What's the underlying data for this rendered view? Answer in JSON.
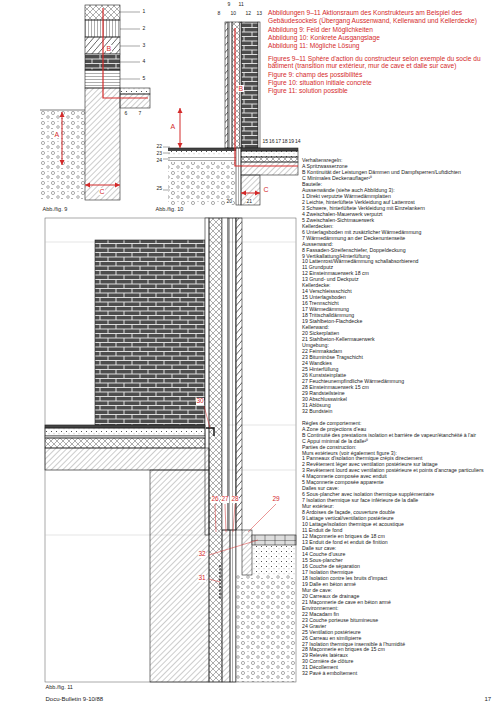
{
  "diagram": {
    "title": "Abbildungen 9–11 Aktionsraum des Konstrukteurs am Beispiel des Gebäudesockels (Übergang Aussenwand, Kellerwand und Kellerdecke)",
    "labels": [
      "Abbildung 9: Feld der Möglichkeiten",
      "Abbildung 10: Konkrete Ausgangslage",
      "Abbildung 11: Mögliche Lösung",
      "Figures 9–11 Sphère d'action du constructeur selon exemple du socle du bâtiment (transition mur extérieur, mur de cave et dalle sur cave)",
      "Figure 9: champ des possibilités",
      "Figure 10: situation initiale concrète",
      "Figure 11: solution possible",
      "1",
      "2",
      "3",
      "4",
      "5",
      "6",
      "7",
      "A",
      "B",
      "C",
      "9",
      "11",
      "8",
      "10",
      "12",
      "13",
      "22",
      "23",
      "24",
      "25",
      "15",
      "16",
      "17",
      "18",
      "19",
      "14",
      "20",
      "21",
      "A",
      "B",
      "C",
      "30",
      "26",
      "27",
      "28",
      "29",
      "32",
      "31",
      "Abb./fig. 9",
      "Abb./fig. 10",
      "Abb./fig. 11",
      "Docu-Bulletin 9-10/88",
      "17",
      "Verhaltensregeln:",
      "A Spritzwasserzone",
      "B Kontinuität der Leistungen Dämmen und Dampfsperren/Luftdichten",
      "C Minimales Deckenauflager¹⁰",
      "Bauteile:",
      "Aussenwände (siehe auch Abbildung 3):",
      "1 Direkt verputzte Wärmedämmplatten",
      "2 Leichte, hinterlüftete Verkleidung auf Lattenrost",
      "3 Schwere, hinterlüftete Verkleidung mit Einzelankern",
      "4 Zweischalen-Mauerwerk verputzt",
      "5 Zweischalen-Sichtmauerwerk",
      "Kellerdecken:",
      "6 Unterlagsboden mit zusätzlicher Wärmedämmung",
      "7 Wärmedämmung an der Deckenuntenseite",
      "Aussenwand:",
      "8 Fassaden-Streifenschiefer, Doppeldeckung",
      "9 Vertikallattung/Hinterlüftung",
      "10 Lattenrost/Wärmedämmung schallabsorbierend",
      "11 Grundputz",
      "12 Einsteinmauerwerk 18 cm",
      "13 Grund- und Deckputz",
      "Kellerdecke:",
      "14 Verschleissschicht",
      "15 Unterlagsboden",
      "16 Trennschicht",
      "17 Wärmedämmung",
      "18 Trittschalldämmung",
      "19 Stahlbeton-Flachdecke",
      "Kellerwand:",
      "20 Sickerplatten",
      "21 Stahlbeton-Kellermauerwerk",
      "Umgebung:",
      "22 Feinmakadam",
      "23 Bituminöse Tragschicht",
      "24 Wandkies",
      "25 Hinterfüllung",
      "26 Kunststeinplatte",
      "27 Feuchteunempfindliche Wärmedämmung",
      "28 Einsteinmauerwerk 15 cm",
      "29 Randsteilsteine",
      "30 Abschlusswinkel",
      "31 Ablösung",
      "32 Bundstein",
      "Règles de comportement:",
      "A Zone de projections d'eau",
      "B Continuité des prestations isolation et barrière de vapeur/étanchéité à l'air",
      "C Appui minimal de la dalle¹⁰",
      "Parties de construction:",
      "Murs extérieurs (voir également figure 3):",
      "1 Panneaux d'isolation thermique crépis directement",
      "2 Revêtement léger avec ventilation postérieure sur lattage",
      "3 Revêtement lourd avec ventilation postérieure et points d'ancrage particuliers",
      "4 Maçonnerie composée avec enduit",
      "5 Maçonnerie composée apparente",
      "Dalles sur cave:",
      "6 Sous-plancher avec isolation thermique supplémentaire",
      "7 Isolation thermique sur face inférieure de la dalle",
      "Mur extérieur:",
      "8 Ardoises de façade, couverture double",
      "9 Lattage vertical/ventilation postérieure",
      "10 Lattage/isolation thermique et acoustique",
      "11 Enduit de fond",
      "12 Maçonnerie en briques de 18 cm",
      "13 Enduit de fond et enduit de finition",
      "Dalle sur cave:",
      "14 Couche d'usure",
      "15 Sous-plancher",
      "16 Couche de séparation",
      "17 Isolation thermique",
      "18 Isolation contre les bruits d'impact",
      "19 Dalle en béton armé",
      "Mur de cave:",
      "20 Carreaux de drainage",
      "21 Maçonnerie de cave en béton armé",
      "Environnement:",
      "22 Macadam fin",
      "23 Couche porteuse bitumineuse",
      "24 Gravier",
      "25 Ventilation postérieure",
      "26 Carreau en similipierre",
      "27 Isolation thermique insensible à l'humidité",
      "28 Maçonnerie en briques de 15 cm",
      "29 Relevés latéraux",
      "30 Cornière de clôture",
      "31 Décollement",
      "32 Pavé à emboîtement"
    ]
  }
}
